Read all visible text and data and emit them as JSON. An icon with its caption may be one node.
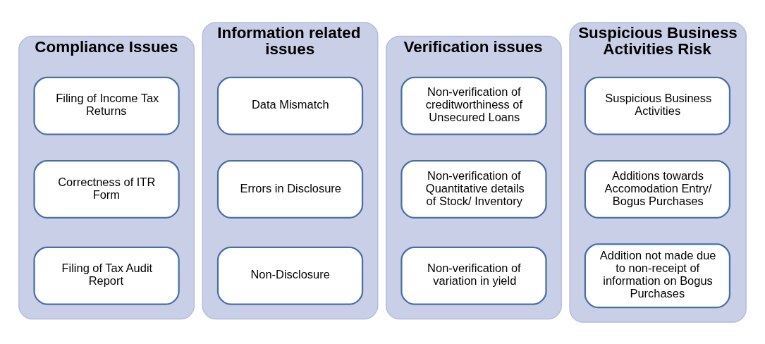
{
  "diagram": {
    "nodes": [
      {
        "text": [
          "Compliance Issues"
        ]
      },
      {
        "text": [
          "Filing of Income Tax Returns"
        ],
        "in": 0
      },
      {
        "text": [
          "Correctness of ITR Form"
        ],
        "in": 0
      },
      {
        "text": [
          "Filing of Tax Audit Report"
        ],
        "in": 0
      },
      {
        "text": [
          "Information related issues"
        ]
      },
      {
        "text": [
          "Data Mismatch"
        ],
        "in": 4
      },
      {
        "text": [
          "Errors in Disclosure"
        ],
        "in": 4
      },
      {
        "text": [
          "Non-Disclosure"
        ],
        "in": 4
      },
      {
        "text": [
          "Verification issues"
        ]
      },
      {
        "text": [
          "Non-verification of creditworthiness of Unsecured Loans"
        ],
        "in": 8
      },
      {
        "text": [
          "Non-verification of Quantitative details of Stock/ Inventory"
        ],
        "in": 8
      },
      {
        "text": [
          "Non-verification of variation in yield"
        ],
        "in": 8
      },
      {
        "text": [
          "Suspicious Business Activities Risk"
        ]
      },
      {
        "text": [
          "Suspicious Business Activities"
        ],
        "in": 12
      },
      {
        "text": [
          "Additions towards Accomodation Entry/ Bogus Purchases"
        ],
        "in": 12
      },
      {
        "text": [
          "Addition not made due to non-receipt of information on Bogus Purchases"
        ],
        "in": 12
      }
    ],
    "edges": []
  }
}
